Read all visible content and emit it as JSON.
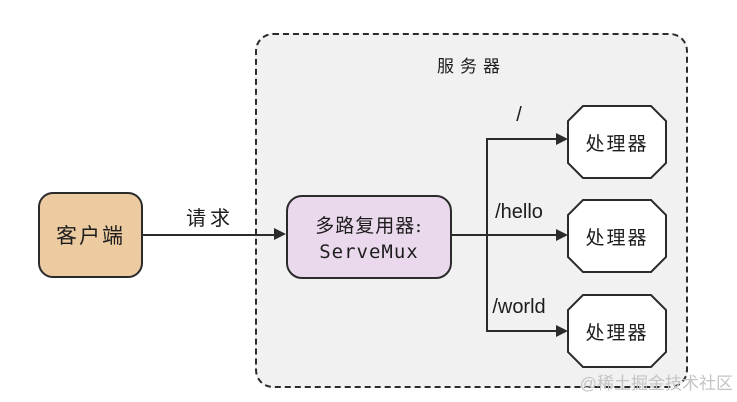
{
  "diagram": {
    "client": {
      "label": "客户端"
    },
    "request_label": "请求",
    "server": {
      "title": "服务器"
    },
    "mux": {
      "title": "多路复用器:",
      "subtitle": "ServeMux"
    },
    "routes": [
      {
        "path": "/",
        "handler": "处理器"
      },
      {
        "path": "/hello",
        "handler": "处理器"
      },
      {
        "path": "/world",
        "handler": "处理器"
      }
    ],
    "watermark": "@稀土掘金技术社区",
    "colors": {
      "client_fill": "#edcba1",
      "mux_fill": "#ead9ec",
      "server_fill": "#f1f1f1",
      "handler_fill": "#ffffff",
      "line": "#2b2b2b",
      "text": "#1d1d1d",
      "watermark": "#c4c4c4"
    }
  }
}
